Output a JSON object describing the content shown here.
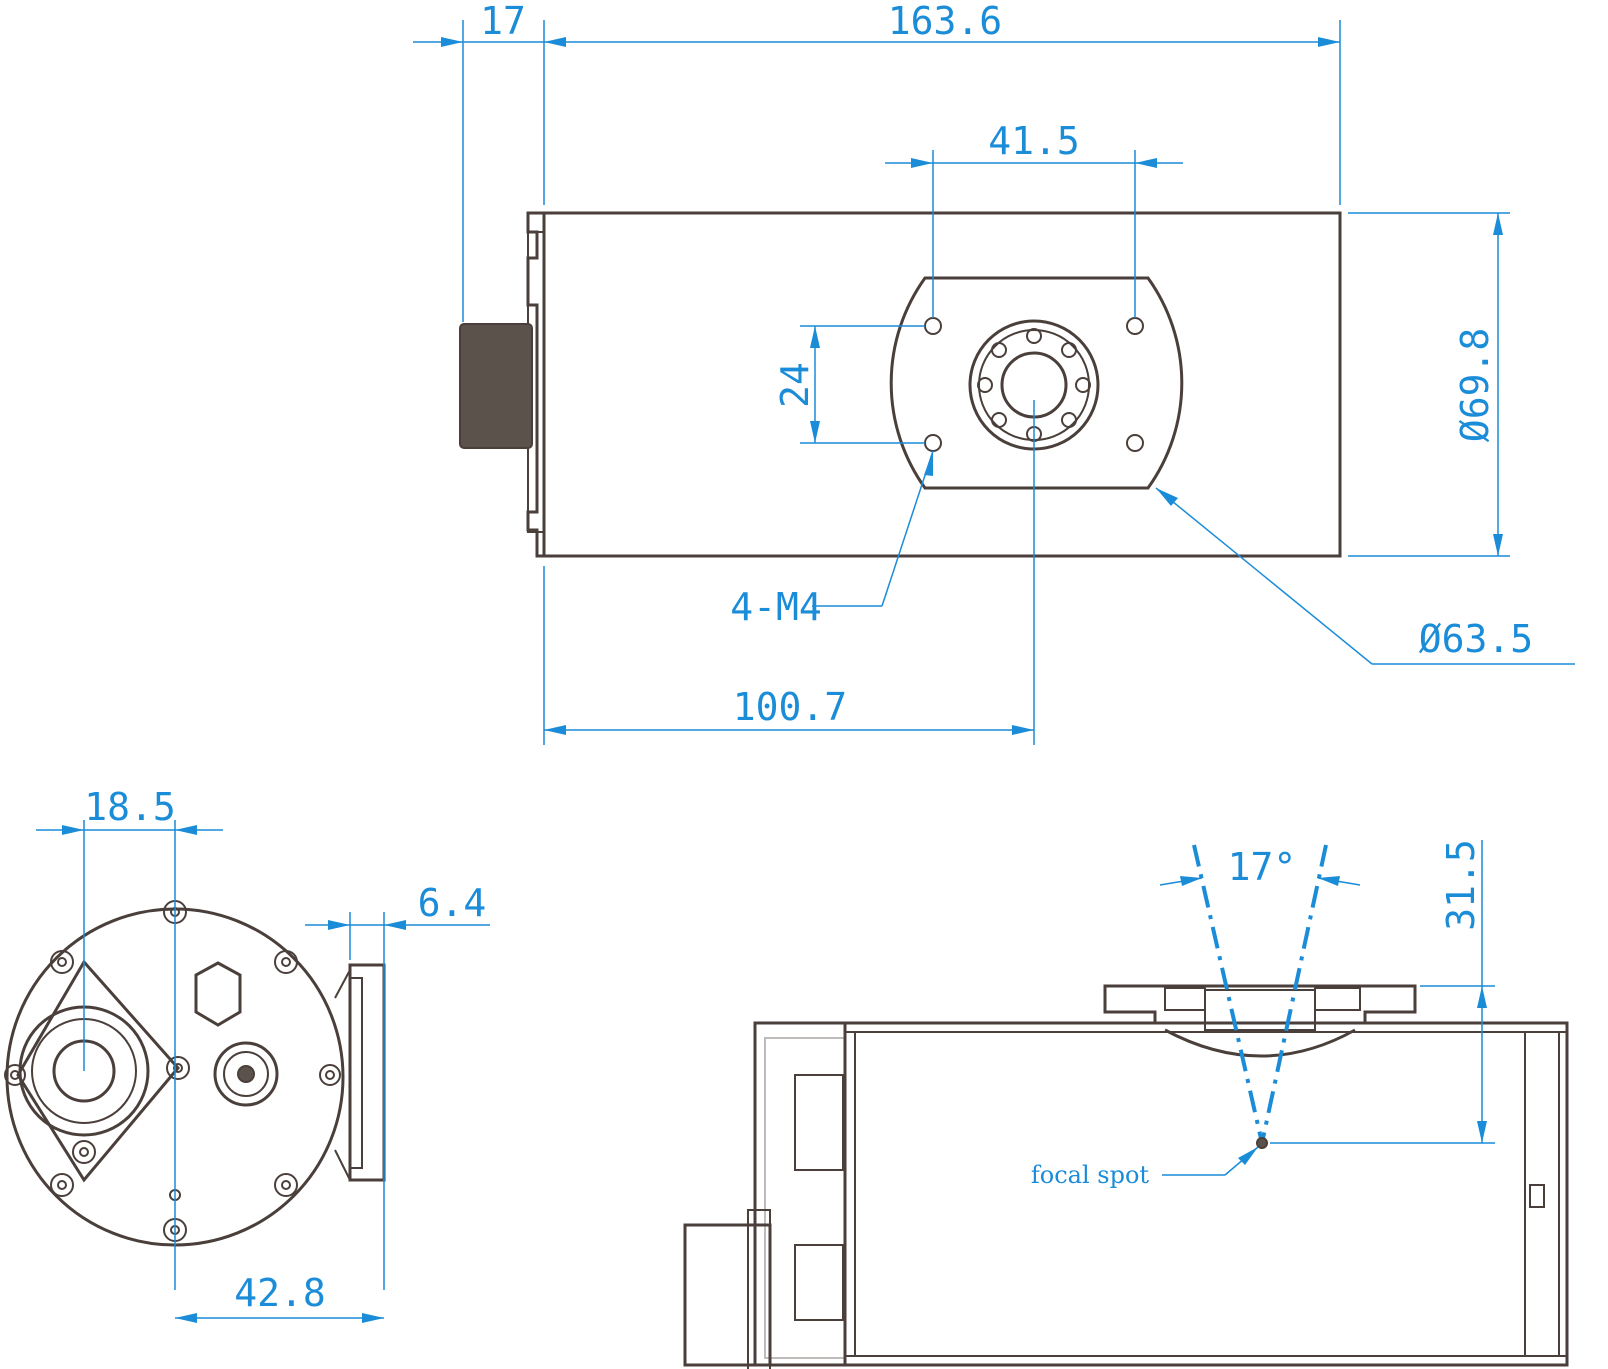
{
  "dimensions": {
    "top_left_offset": "17",
    "top_length": "163.6",
    "hole_spacing_x": "41.5",
    "hole_spacing_y": "24",
    "body_diameter": "Ø69.8",
    "thread_label": "4-M4",
    "flange_diameter": "Ø63.5",
    "focus_distance": "100.7",
    "side_offset": "18.5",
    "flange_thickness": "6.4",
    "side_width": "42.8",
    "cone_angle": "17°",
    "focal_depth": "31.5",
    "focal_label": "focal spot"
  },
  "colors": {
    "outline": "#4a3f3a",
    "dimension": "#1a8cd8"
  }
}
